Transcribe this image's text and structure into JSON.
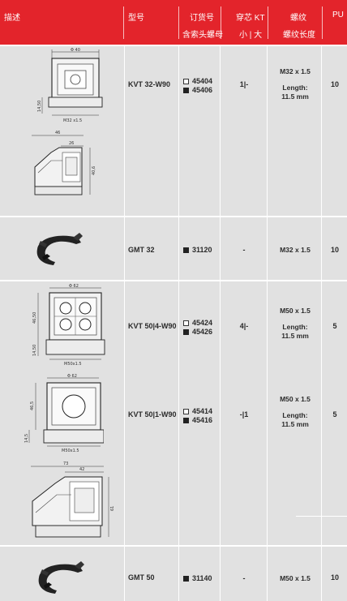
{
  "header": {
    "col_desc": "描述",
    "col_model": "型号",
    "col_order_l1": "订货号",
    "col_order_l2": "含索头螺母",
    "col_kt_l1": "穿芯 KT",
    "col_kt_l2": "小 | 大",
    "col_thread_l1": "螺纹",
    "col_thread_l2": "螺纹长度",
    "col_pu": "PU"
  },
  "rows": [
    {
      "model": "KVT 32-W90",
      "orders": [
        {
          "marker": "open",
          "number": "45404"
        },
        {
          "marker": "filled",
          "number": "45406"
        }
      ],
      "kt": "1|-",
      "thread": "M32 x 1.5",
      "length_label": "Length:",
      "length_value": "11.5 mm",
      "pu": "10",
      "drawing_dims": {
        "top_width": "Φ 40",
        "side_height": "14,50",
        "thread_label": "M32 x1.5",
        "side_width": "46",
        "side_inner": "26",
        "side_height2": "40,6"
      }
    },
    {
      "model": "GMT 32",
      "orders": [
        {
          "marker": "filled",
          "number": "31120"
        }
      ],
      "kt": "-",
      "thread": "M32 x 1.5",
      "pu": "10"
    },
    {
      "model": "KVT 50|4-W90",
      "orders": [
        {
          "marker": "open",
          "number": "45424"
        },
        {
          "marker": "filled",
          "number": "45426"
        }
      ],
      "kt": "4|-",
      "thread": "M50 x 1.5",
      "length_label": "Length:",
      "length_value": "11.5 mm",
      "pu": "5",
      "drawing_dims": {
        "top_width": "Φ 62",
        "side_height": "46,50",
        "lower_height": "14,50",
        "thread_label": "M50x1.5"
      }
    },
    {
      "model": "KVT 50|1-W90",
      "orders": [
        {
          "marker": "open",
          "number": "45414"
        },
        {
          "marker": "filled",
          "number": "45416"
        }
      ],
      "kt": "-|1",
      "thread": "M50 x 1.5",
      "length_label": "Length:",
      "length_value": "11.5 mm",
      "pu": "5",
      "drawing_dims": {
        "top_width": "Φ 62",
        "side_height": "46,5",
        "lower_height": "14,5",
        "thread_label": "M50x1.5",
        "side_width": "73",
        "side_inner": "42",
        "side_height2": "61"
      }
    },
    {
      "model": "GMT 50",
      "orders": [
        {
          "marker": "filled",
          "number": "31140"
        }
      ],
      "kt": "-",
      "thread": "M50 x 1.5",
      "pu": "10"
    }
  ]
}
